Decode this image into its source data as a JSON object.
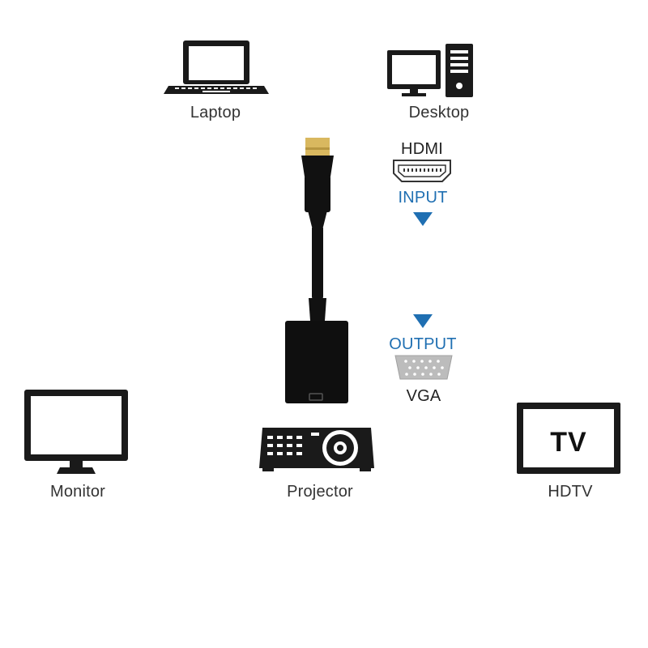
{
  "devices": {
    "laptop": "Laptop",
    "desktop": "Desktop",
    "monitor": "Monitor",
    "projector": "Projector",
    "hdtv": "HDTV",
    "tv_screen_text": "TV"
  },
  "ports": {
    "input_type": "HDMI",
    "input_label": "INPUT",
    "output_label": "OUTPUT",
    "output_type": "VGA"
  },
  "colors": {
    "icon": "#1a1a1a",
    "accent_blue": "#1f6fb2",
    "label": "#333333",
    "port_gray": "#b8b8b8"
  },
  "icons": [
    "laptop-icon",
    "desktop-icon",
    "hdmi-connector",
    "hdmi-port-icon",
    "vga-port-icon",
    "monitor-icon",
    "projector-icon",
    "tv-icon"
  ]
}
